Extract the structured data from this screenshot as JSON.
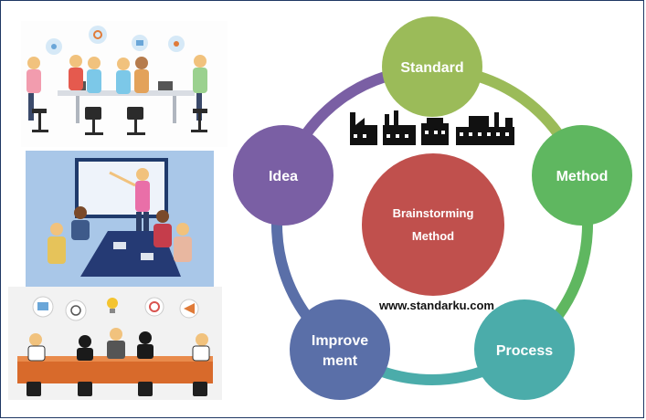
{
  "diagram": {
    "center": {
      "line1": "Brainstorming",
      "line2": "Method",
      "color": "#c0504d"
    },
    "nodes": [
      {
        "id": "standard",
        "lines": [
          "Standard"
        ],
        "color": "#9bbb59"
      },
      {
        "id": "method",
        "lines": [
          "Method"
        ],
        "color": "#5fb760"
      },
      {
        "id": "process",
        "lines": [
          "Process"
        ],
        "color": "#4bacaa"
      },
      {
        "id": "improvement",
        "lines": [
          "Improve",
          "ment"
        ],
        "color": "#5a6fa8"
      },
      {
        "id": "idea",
        "lines": [
          "Idea"
        ],
        "color": "#7a5fa4"
      }
    ],
    "ring_colors": [
      "#9bbb59",
      "#5fb760",
      "#4bacaa",
      "#5a6fa8",
      "#7a5fa4"
    ],
    "website": "www.standarku.com",
    "factory_icons": [
      "factory-icon",
      "factory-icon",
      "factory-icon",
      "factory-icon"
    ]
  },
  "illustrations": [
    "team-meeting-illustration",
    "presentation-illustration",
    "conference-illustration"
  ]
}
